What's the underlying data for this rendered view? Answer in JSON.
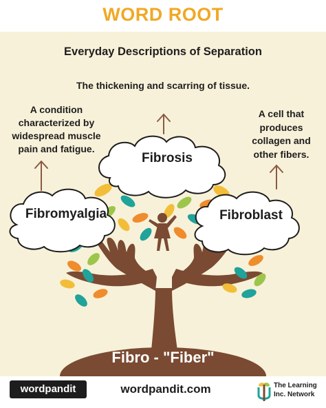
{
  "header": {
    "title": "WORD ROOT"
  },
  "panel": {
    "subtitle": "Everyday Descriptions of Separation",
    "root_label": "Fibro - \"Fiber\"",
    "words": {
      "fibrosis": {
        "word": "Fibrosis",
        "definition": "The thickening and scarring of tissue."
      },
      "fibromyalgia": {
        "word": "Fibromyalgia",
        "definition_lines": [
          "A condition",
          "characterized by",
          "widespread muscle",
          "pain and fatigue."
        ]
      },
      "fibroblast": {
        "word": "Fibroblast",
        "definition_lines": [
          "A cell that",
          "produces",
          "collagen and",
          "other fibers."
        ]
      }
    }
  },
  "footer": {
    "logo_text": "wordpandit",
    "site": "wordpandit.com",
    "network_lines": [
      "The Learning",
      "Inc. Network"
    ]
  },
  "colors": {
    "title": "#f0a825",
    "panel_bg": "#f8f1d9",
    "tree_brown": "#7a4a32",
    "leaf_teal": "#1fa39a",
    "leaf_orange": "#ef8c2b",
    "leaf_yellow": "#f2be3a",
    "leaf_green": "#9cc64b",
    "arrow": "#8a5a44"
  },
  "icons": [
    "arrow-up-icon",
    "child-figure-icon",
    "open-hands-icon",
    "leaf-icon",
    "learning-network-icon"
  ]
}
